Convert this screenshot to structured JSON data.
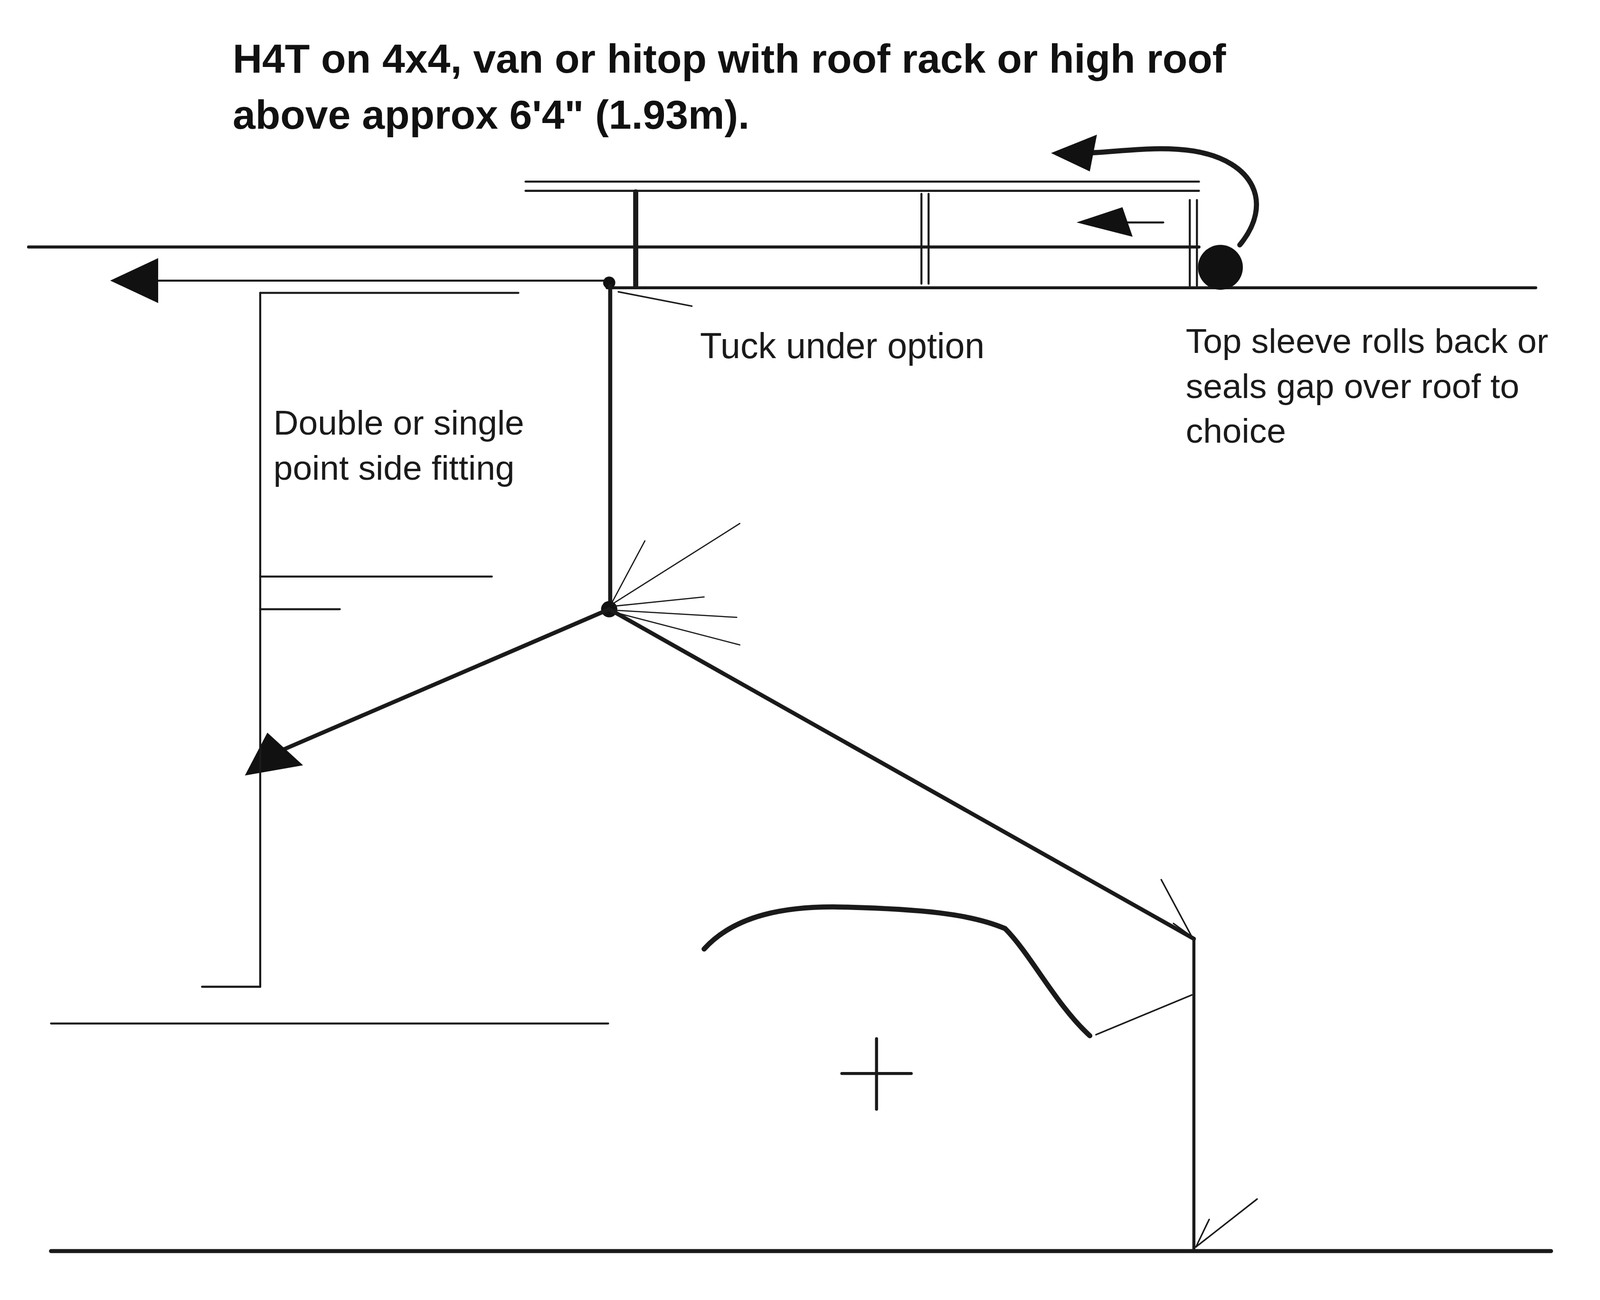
{
  "diagram": {
    "title": "H4T on 4x4, van or hitop with roof rack or high roof above approx 6'4\" (1.93m).",
    "labels": [
      "Tuck under option",
      "Top sleeve rolls back or seals gap over roof to choice",
      "Double or single point side fitting"
    ]
  }
}
